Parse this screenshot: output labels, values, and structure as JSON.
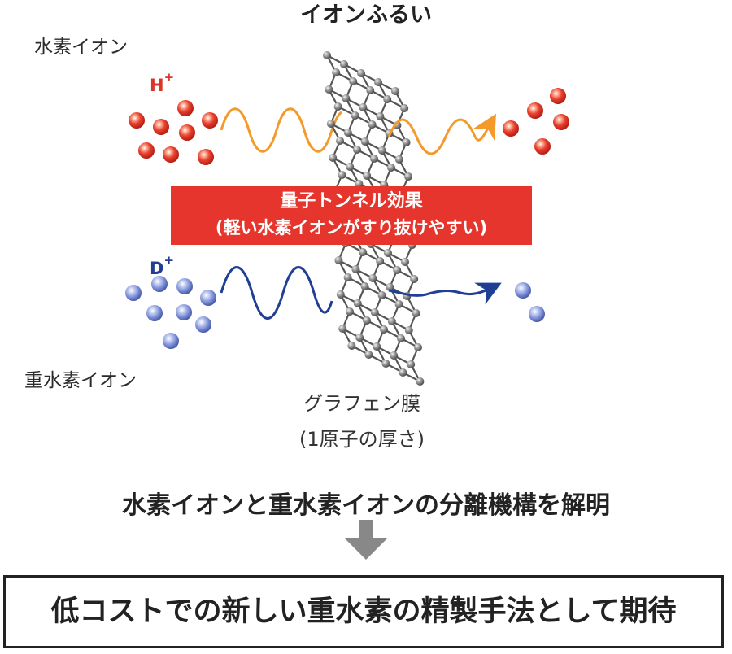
{
  "title": "イオンふるい",
  "hydrogen": {
    "label": "水素イオン",
    "symbol": "H",
    "charge": "+",
    "color": "#e23b2e",
    "wave_color": "#f39a2b"
  },
  "deuterium": {
    "label": "重水素イオン",
    "symbol": "D",
    "charge": "+",
    "color": "#7b8fd6",
    "wave_color": "#1f3f95"
  },
  "quantum_tunnel": {
    "line1": "量子トンネル効果",
    "line2": "(軽い水素イオンがすり抜けやすい)",
    "color": "#e5352c"
  },
  "membrane": {
    "line1": "グラフェン膜",
    "line2": "(1原子の厚さ)"
  },
  "headline": "水素イオンと重水素イオンの分離機構を解明",
  "expectation": "低コストでの新しい重水素の精製手法として期待",
  "arrow_color": "#888888"
}
